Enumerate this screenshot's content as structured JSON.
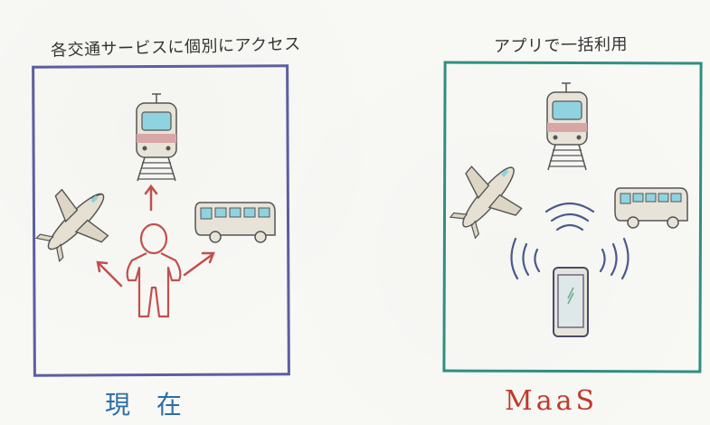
{
  "left_panel": {
    "heading": "各交通サービスに個別にアクセス",
    "caption": "現 在",
    "border_color": "#5b5ea0",
    "caption_color": "#2e6ea6"
  },
  "right_panel": {
    "heading": "アプリで一括利用",
    "caption": "MaaS",
    "border_color": "#2f8f80",
    "caption_color": "#c0392b"
  },
  "icons": [
    "train-icon",
    "airplane-icon",
    "bus-icon",
    "person-icon",
    "smartphone-icon",
    "wireless-signal-icon"
  ]
}
